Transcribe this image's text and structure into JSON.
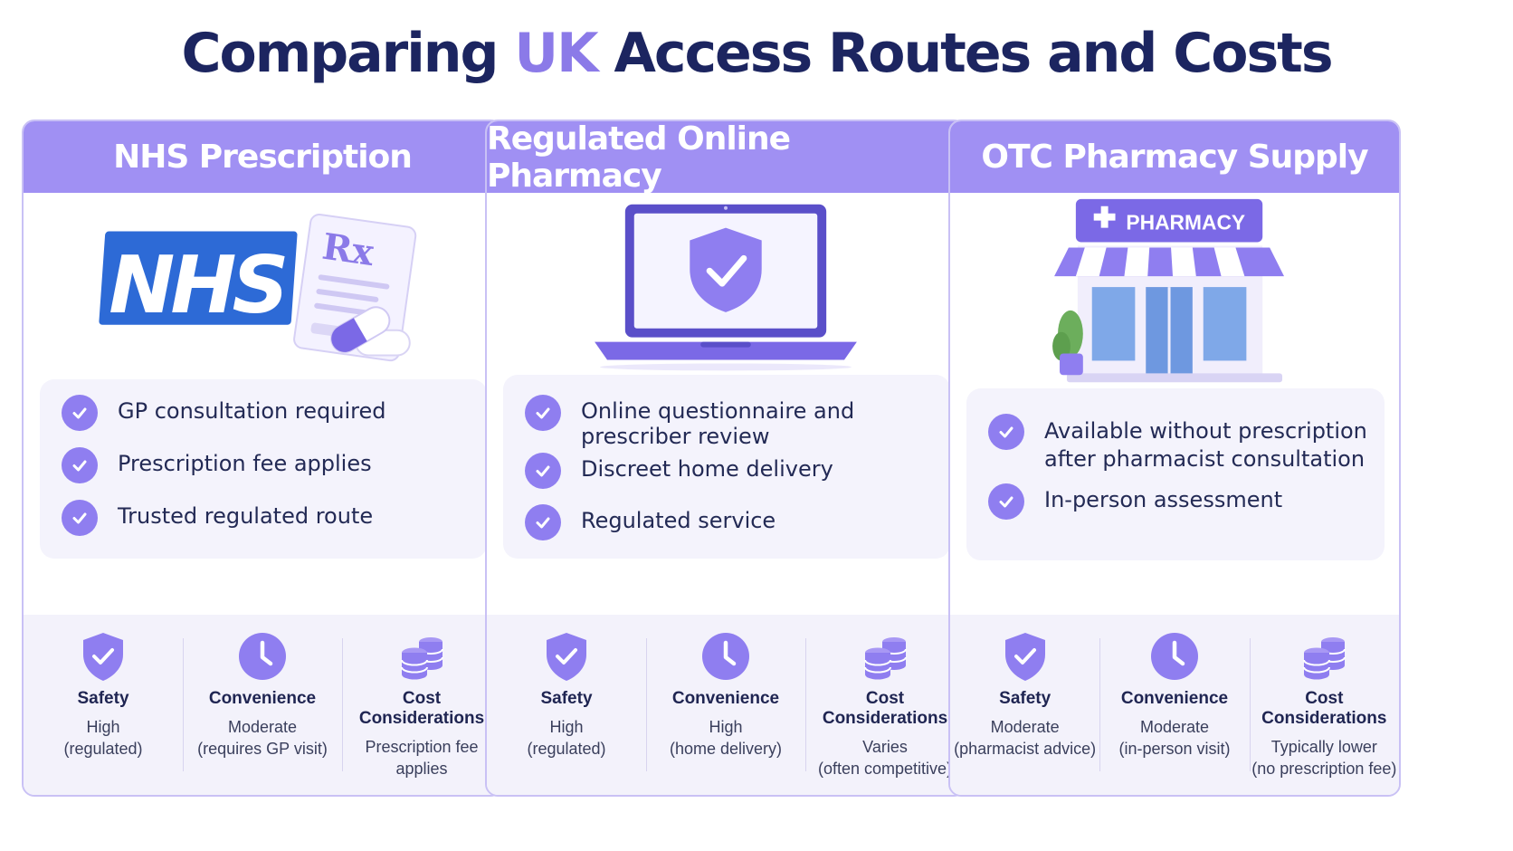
{
  "title": {
    "part1": "Comparing ",
    "accent": "UK",
    "part2": " Access Routes and Costs"
  },
  "colors": {
    "accent": "#8b7ae8",
    "header": "#a090f3",
    "navy": "#1c2560",
    "nhs_blue": "#2d6ad6"
  },
  "cards": [
    {
      "title": "NHS Prescription",
      "illustration": {
        "logo_text": "NHS",
        "rx_text": "Rx",
        "icons": [
          "nhs-logo",
          "prescription-paper-icon",
          "pill-capsules-icon"
        ]
      },
      "features": [
        "GP consultation required",
        "Prescription fee applies",
        "Trusted regulated route"
      ],
      "stats": [
        {
          "icon": "shield-check-icon",
          "label": "Safety",
          "value": "High\n(regulated)"
        },
        {
          "icon": "clock-icon",
          "label": "Convenience",
          "value": "Moderate\n(requires GP visit)"
        },
        {
          "icon": "coins-stack-icon",
          "label": "Cost Considerations",
          "value": "Prescription fee\napplies"
        }
      ]
    },
    {
      "title": "Regulated Online Pharmacy",
      "illustration": {
        "icons": [
          "laptop-icon",
          "shield-check-icon"
        ]
      },
      "features": [
        "Online questionnaire and\nprescriber review",
        "Discreet home delivery",
        "Regulated service"
      ],
      "stats": [
        {
          "icon": "shield-check-icon",
          "label": "Safety",
          "value": "High\n(regulated)"
        },
        {
          "icon": "clock-icon",
          "label": "Convenience",
          "value": "High\n(home delivery)"
        },
        {
          "icon": "coins-stack-icon",
          "label": "Cost Considerations",
          "value": "Varies\n(often competitive)"
        }
      ]
    },
    {
      "title": "OTC Pharmacy Supply",
      "illustration": {
        "sign_text": "PHARMACY",
        "icons": [
          "pharmacy-storefront-icon",
          "plant-icon"
        ]
      },
      "features": [
        "Available without prescription\nafter pharmacist consultation",
        "In-person assessment"
      ],
      "stats": [
        {
          "icon": "shield-check-icon",
          "label": "Safety",
          "value": "Moderate\n(pharmacist advice)"
        },
        {
          "icon": "clock-icon",
          "label": "Convenience",
          "value": "Moderate\n(in-person visit)"
        },
        {
          "icon": "coins-stack-icon",
          "label": "Cost Considerations",
          "value": "Typically lower\n(no prescription fee)"
        }
      ]
    }
  ]
}
